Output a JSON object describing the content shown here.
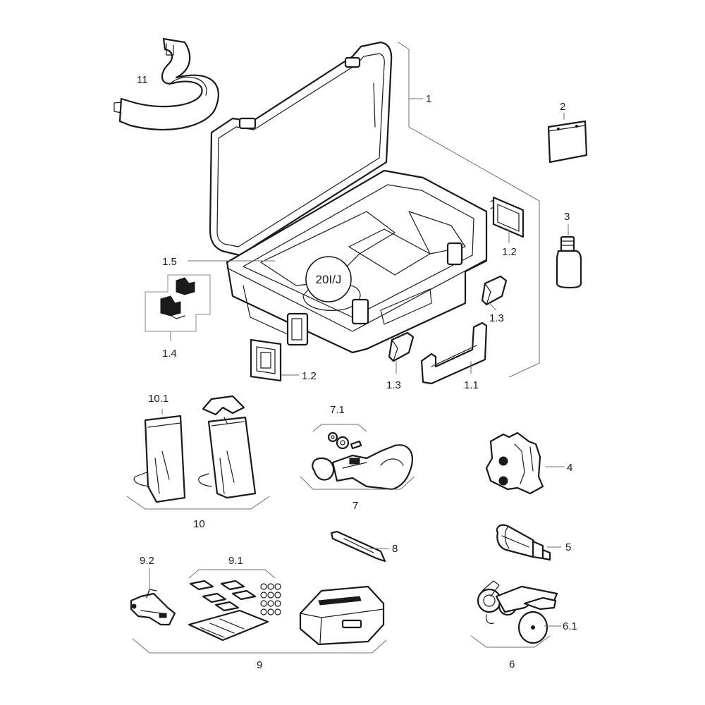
{
  "callouts": {
    "p1": "1",
    "p1_1": "1.1",
    "p1_2_top": "1.2",
    "p1_2_bottom": "1.2",
    "p1_3_right": "1.3",
    "p1_3_bottom": "1.3",
    "p1_4": "1.4",
    "p1_5": "1.5",
    "p2": "2",
    "p3": "3",
    "p4": "4",
    "p5": "5",
    "p6": "6",
    "p6_1": "6.1",
    "p7": "7",
    "p7_1": "7.1",
    "p8": "8",
    "p9": "9",
    "p9_1": "9.1",
    "p9_2": "9.2",
    "p10": "10",
    "p10_1": "10.1",
    "p11": "11"
  },
  "case_marking": "20I/J",
  "colors": {
    "line": "#1a1a1a",
    "leader": "#6f6f6f",
    "background": "#ffffff"
  }
}
